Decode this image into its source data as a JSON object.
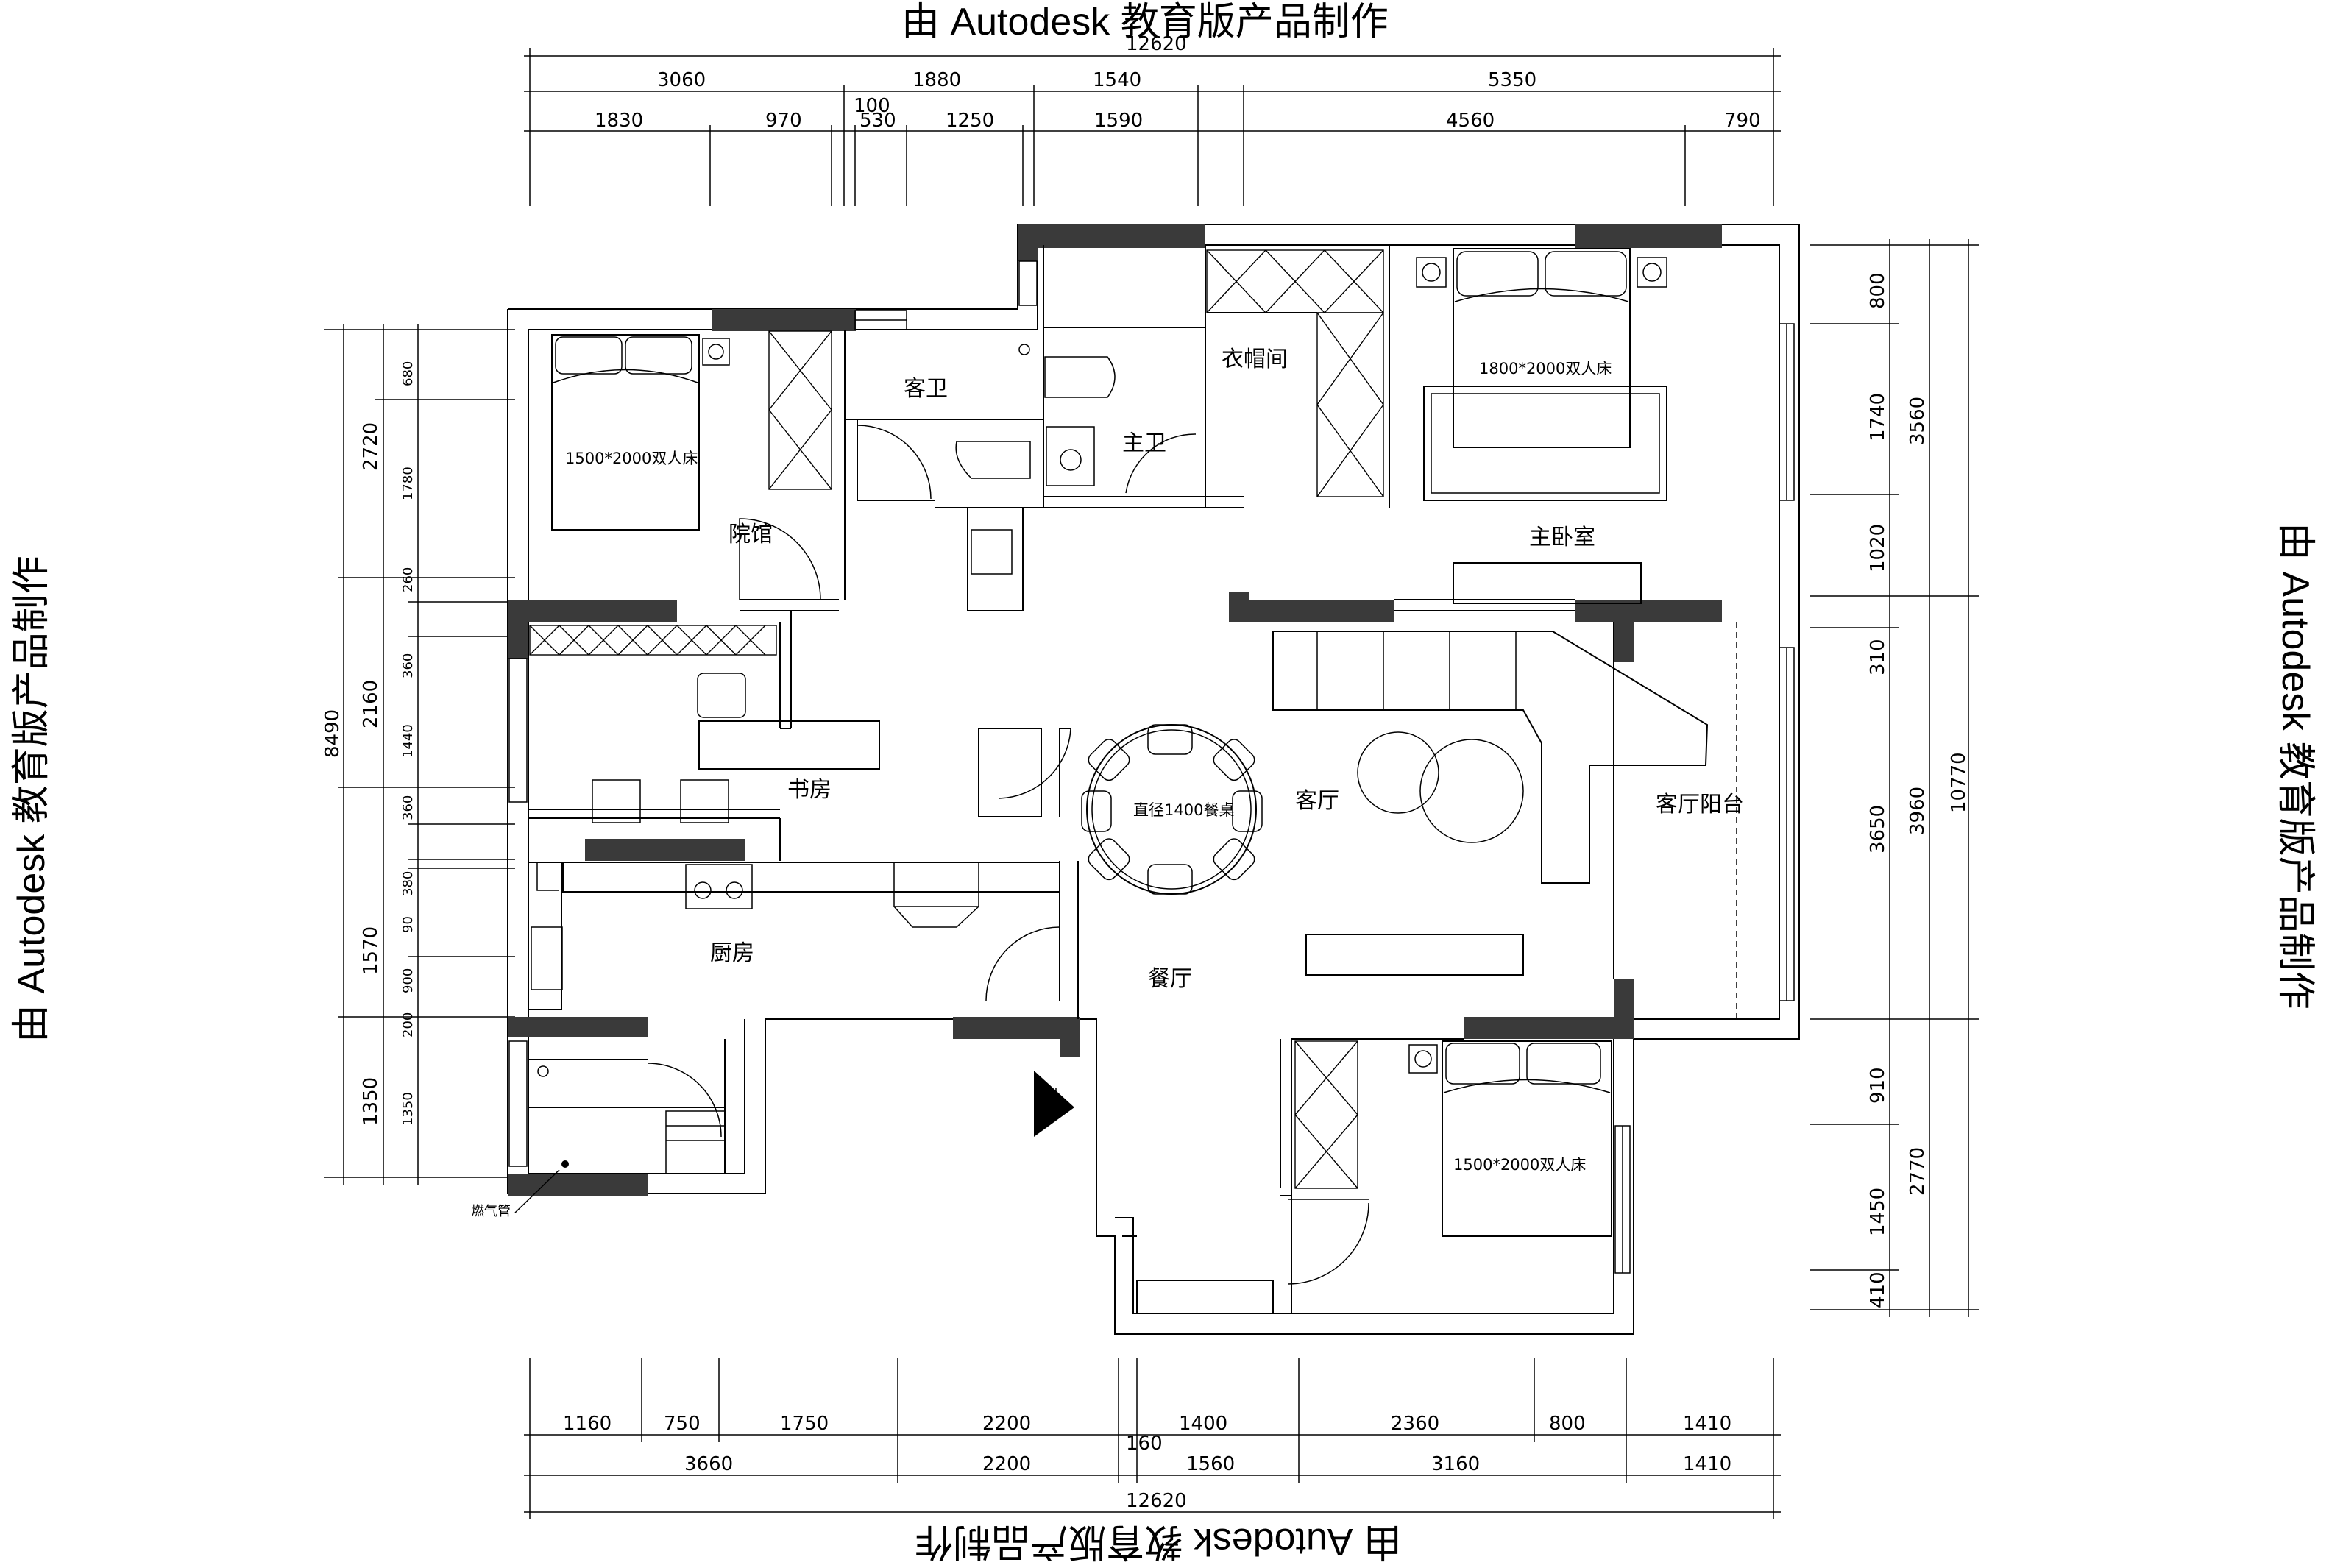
{
  "watermark": "由 Autodesk 教育版产品制作",
  "rooms": {
    "guest_bath": "客卫",
    "cloakroom": "衣帽间",
    "master_bath": "主卫",
    "courtyard_room": "院馆",
    "master_bedroom": "主卧室",
    "study": "书房",
    "dining": "餐厅",
    "living": "客厅",
    "living_balcony": "客厅阳台",
    "kitchen": "厨房",
    "gas_pipe": "燃气管"
  },
  "furniture": {
    "bed_master": "1800*2000双人床",
    "bed_guest": "1500*2000双人床",
    "bed_south": "1500*2000双人床",
    "dining_table": "直径1400餐桌"
  },
  "dimensions": {
    "top_total": "12620",
    "top_row1": [
      "3060",
      "1880",
      "1540",
      "5350"
    ],
    "top_row2": [
      "1830",
      "970",
      "100",
      "530",
      "1250",
      "1590",
      "4560",
      "790"
    ],
    "bottom_row1": [
      "1160",
      "750",
      "1750",
      "2200",
      "1400",
      "2360",
      "800",
      "1410"
    ],
    "bottom_row2": [
      "3660",
      "160",
      "2200",
      "1560",
      "3160",
      "1410"
    ],
    "bottom_total": "12620",
    "left_total": "8490",
    "left_row1": [
      "2720",
      "2160",
      "1570",
      "1350"
    ],
    "left_row2": [
      "680",
      "1780",
      "260",
      "360",
      "1440",
      "360",
      "380",
      "90",
      "900",
      "200",
      "1350"
    ],
    "right_total": "10770",
    "right_row1": [
      "3560",
      "3960",
      "2770"
    ],
    "right_row2": [
      "800",
      "1740",
      "1020",
      "310",
      "3650",
      "910",
      "1450",
      "410"
    ]
  }
}
